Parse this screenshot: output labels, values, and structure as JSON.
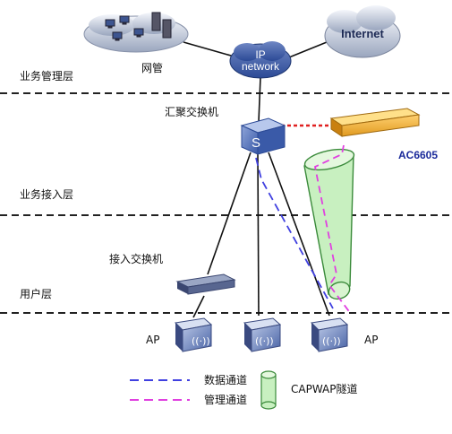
{
  "layers": {
    "service_management": "业务管理层",
    "service_access": "业务接入层",
    "user": "用户层"
  },
  "devices": {
    "nms": "网管",
    "ip_network_line1": "IP",
    "ip_network_line2": "network",
    "internet": "Internet",
    "aggregation_switch": "汇聚交换机",
    "aggregation_switch_glyph": "S",
    "ac": "AC6605",
    "access_switch": "接入交换机",
    "ap_left": "AP",
    "ap_right": "AP"
  },
  "legend": {
    "data_channel": "数据通道",
    "management_channel": "管理通道",
    "capwap_tunnel": "CAPWAP隧道"
  },
  "colors": {
    "data_channel": "#4040e0",
    "management_channel": "#e040e0",
    "capwap_tunnel_fill": "#c8f0c0",
    "capwap_tunnel_stroke": "#3a8a3a",
    "ac_label": "#1a2a9a",
    "ac_management_link": "#e02020"
  }
}
